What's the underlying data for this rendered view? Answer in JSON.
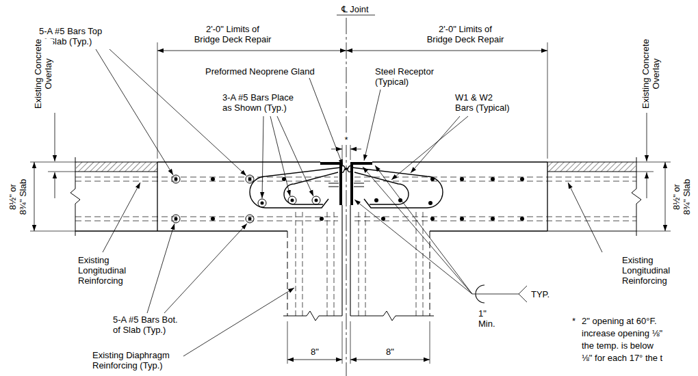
{
  "diagram": {
    "labels": [
      "℄ Joint",
      "2'-0\" Limits of Bridge Deck Repair",
      "2'-0\" Limits of Bridge Deck Repair",
      "5-A #5 Bars Top of Slab (Typ.)",
      "Existing Concrete Overlay",
      "Preformed Neoprene Gland",
      "3-A #5 Bars Place as Shown (Typ.)",
      "*",
      "Steel Receptor (Typical)",
      "W1 & W2 Bars (Typical)",
      "Existing Concrete Overlay",
      "8½\" or 8¾\" Slab",
      "8½\" or 8¾\" Slab",
      "Existing Longitudinal Reinforcing",
      "Existing Longitudinal Reinforcing",
      "5-A #5 Bars Bot. of Slab (Typ.)",
      "Existing Diaphragm Reinforcing (Typ.)",
      "8\"",
      "8\"",
      "TYP.",
      "1\" Min.",
      "*",
      "2\" opening at 60°F.",
      "increase opening ⅛\"",
      "the temp. is below",
      "⅛\" for each 17° the t"
    ]
  }
}
